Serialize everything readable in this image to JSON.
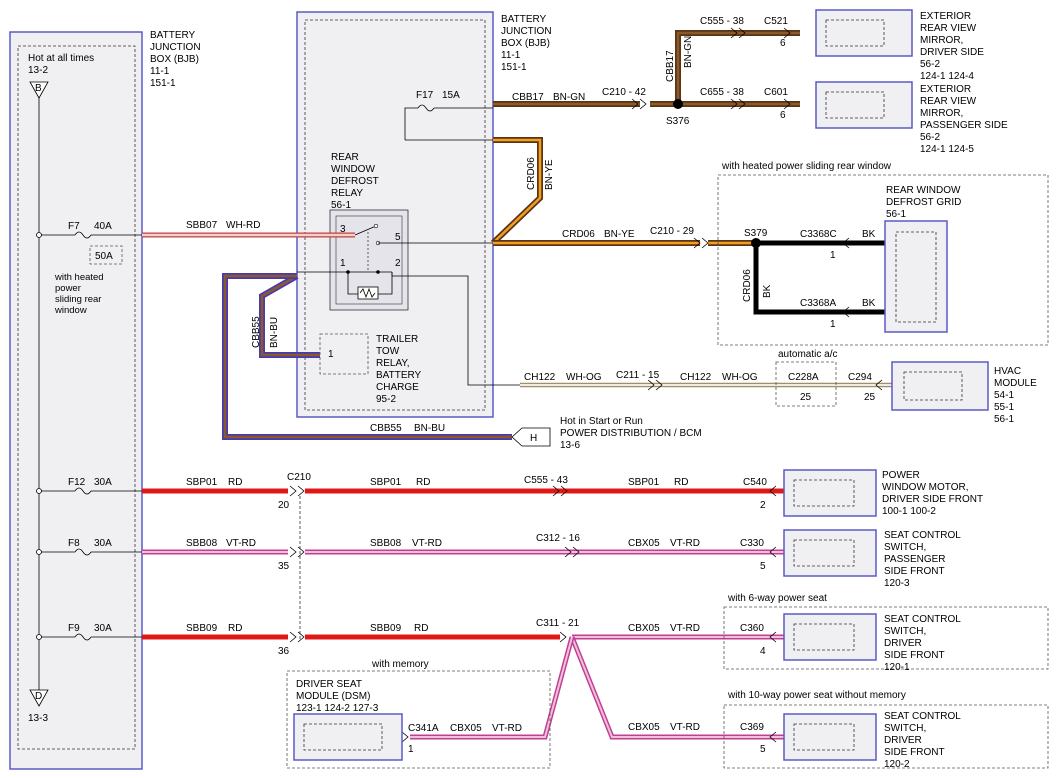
{
  "colors": {
    "bn_outer": "#5a3417",
    "bn_inner": "#8a5a2b",
    "ye": "#f0a020",
    "rd": "#e01818",
    "vt": "#e070b8",
    "vt_outer": "#c04090",
    "bu": "#4a3ab0",
    "wh_rd_inner": "#f3d0c8",
    "wh_og_inner": "#e8e0c8",
    "panel_fill": "#f0f0f3",
    "panel_stroke": "#5b5bc8"
  },
  "bjb_left": {
    "title": [
      "BATTERY",
      "JUNCTION",
      "BOX (BJB)",
      "11-1",
      "151-1"
    ],
    "hot_at_all_times": "Hot at all times",
    "hot_ref": "13-2",
    "connector_b": "B",
    "connector_d": "D",
    "d_ref": "13-3"
  },
  "bjb_right": {
    "title": [
      "BATTERY",
      "JUNCTION",
      "BOX (BJB)",
      "11-1",
      "151-1"
    ]
  },
  "fuses": {
    "f7": "F7",
    "f7_amp": "40A",
    "alt_fuse": "50A",
    "alt_note": [
      "with heated",
      "power",
      "sliding rear",
      "window"
    ],
    "f17": "F17",
    "f17_amp": "15A",
    "f12": "F12",
    "f12_amp": "30A",
    "f8": "F8",
    "f8_amp": "30A",
    "f9": "F9",
    "f9_amp": "30A"
  },
  "relays": {
    "defrost_title": [
      "REAR",
      "WINDOW",
      "DEFROST",
      "RELAY",
      "56-1"
    ],
    "pin3": "3",
    "pin5": "5",
    "pin1": "1",
    "pin2": "2",
    "trailer_title": [
      "TRAILER",
      "TOW",
      "RELAY,",
      "BATTERY",
      "CHARGE",
      "95-2"
    ],
    "trailer_pin": "1"
  },
  "wires": {
    "sbb07": "SBB07",
    "wh_rd": "WH-RD",
    "cbb17": "CBB17",
    "bn_gn": "BN-GN",
    "crd06": "CRD06",
    "bn_ye": "BN-YE",
    "cbb55": "CBB55",
    "bn_bu": "BN-BU",
    "ch122": "CH122",
    "wh_og": "WH-OG",
    "sbp01": "SBP01",
    "rd": "RD",
    "sbb08": "SBB08",
    "vt_rd": "VT-RD",
    "cbx05": "CBX05",
    "sbb09": "SBB09",
    "bk": "BK"
  },
  "connectors": {
    "c210_42": "C210 - 42",
    "s376": "S376",
    "c555_38": "C555 - 38",
    "c521": "C521",
    "c521_pin": "6",
    "c655_38": "C655 - 38",
    "c601": "C601",
    "c601_pin": "6",
    "c210_29": "C210 - 29",
    "s379": "S379",
    "c3368c": "C3368C",
    "c3368c_pin": "1",
    "c3368a": "C3368A",
    "c3368a_pin": "1",
    "c211_15": "C211 - 15",
    "c228a": "C228A",
    "c228a_pin": "25",
    "c294": "C294",
    "c294_pin": "25",
    "c210": "C210",
    "c210_pin20": "20",
    "c210_pin35": "35",
    "c210_pin36": "36",
    "c555_43": "C555 - 43",
    "c540": "C540",
    "c540_pin": "2",
    "c312_16": "C312 - 16",
    "c330": "C330",
    "c330_pin": "5",
    "c311_21": "C311 - 21",
    "c360": "C360",
    "c360_pin": "4",
    "c369": "C369",
    "c369_pin": "5",
    "c341a": "C341A",
    "c341a_pin": "1"
  },
  "components": {
    "mirror_driver": [
      "EXTERIOR",
      "REAR VIEW",
      "MIRROR,",
      "DRIVER SIDE",
      "56-2",
      "124-1  124-4"
    ],
    "mirror_pass": [
      "EXTERIOR",
      "REAR VIEW",
      "MIRROR,",
      "PASSENGER SIDE",
      "56-2",
      "124-1  124-5"
    ],
    "defrost_grid": [
      "REAR WINDOW",
      "DEFROST GRID",
      "56-1"
    ],
    "hvac": [
      "HVAC",
      "MODULE",
      "54-1",
      "55-1",
      "56-1"
    ],
    "power_window": [
      "POWER",
      "WINDOW MOTOR,",
      "DRIVER SIDE FRONT",
      "100-1     100-2"
    ],
    "seat_pass": [
      "SEAT CONTROL",
      "SWITCH,",
      "PASSENGER",
      "SIDE FRONT",
      "120-3"
    ],
    "seat_driver6": [
      "SEAT CONTROL",
      "SWITCH,",
      "DRIVER",
      "SIDE FRONT",
      "120-1"
    ],
    "seat_driver10": [
      "SEAT CONTROL",
      "SWITCH,",
      "DRIVER",
      "SIDE FRONT",
      "120-2"
    ],
    "dsm": [
      "DRIVER SEAT",
      "MODULE (DSM)",
      "123-1  124-2  127-3"
    ]
  },
  "notes": {
    "heated_sliding": "with heated power sliding rear window",
    "auto_ac": "automatic a/c",
    "six_way": "with 6-way power seat",
    "ten_way": "with 10-way power seat without memory",
    "with_memory": "with memory",
    "hot_start_run": [
      "Hot in Start or Run",
      "POWER DISTRIBUTION / BCM",
      "13-6"
    ],
    "connector_h": "H"
  }
}
